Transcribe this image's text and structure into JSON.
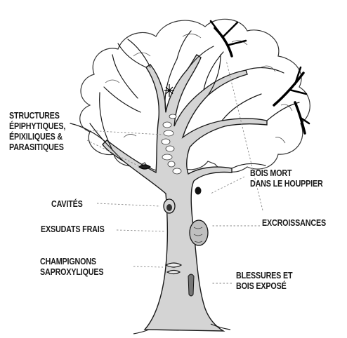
{
  "labels": {
    "epiphytes": [
      "STRUCTURES",
      "ÉPIPHYTIQUES,",
      "ÉPIXILIQUES &",
      "PARASITIQUES"
    ],
    "dead_wood": [
      "BOIS MORT",
      "DANS LE HOUPPIER"
    ],
    "cavities": "CAVITÉS",
    "burls": "EXCROISSANCES",
    "exudates": "EXSUDATS FRAIS",
    "fungi": [
      "CHAMPIGNONS",
      "SAPROXYLIQUES"
    ],
    "wounds": [
      "BLESSURES ET",
      "BOIS EXPOSÉ"
    ]
  }
}
